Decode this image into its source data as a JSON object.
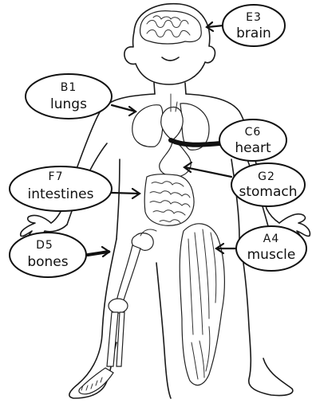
{
  "labels": {
    "brain": {
      "code": "E3",
      "name": "brain"
    },
    "lungs": {
      "code": "B1",
      "name": "lungs"
    },
    "heart": {
      "code": "C6",
      "name": "heart"
    },
    "intestines": {
      "code": "F7",
      "name": "intestines"
    },
    "stomach": {
      "code": "G2",
      "name": "stomach"
    },
    "bones": {
      "code": "D5",
      "name": "bones"
    },
    "muscle": {
      "code": "A4",
      "name": "muscle"
    }
  }
}
